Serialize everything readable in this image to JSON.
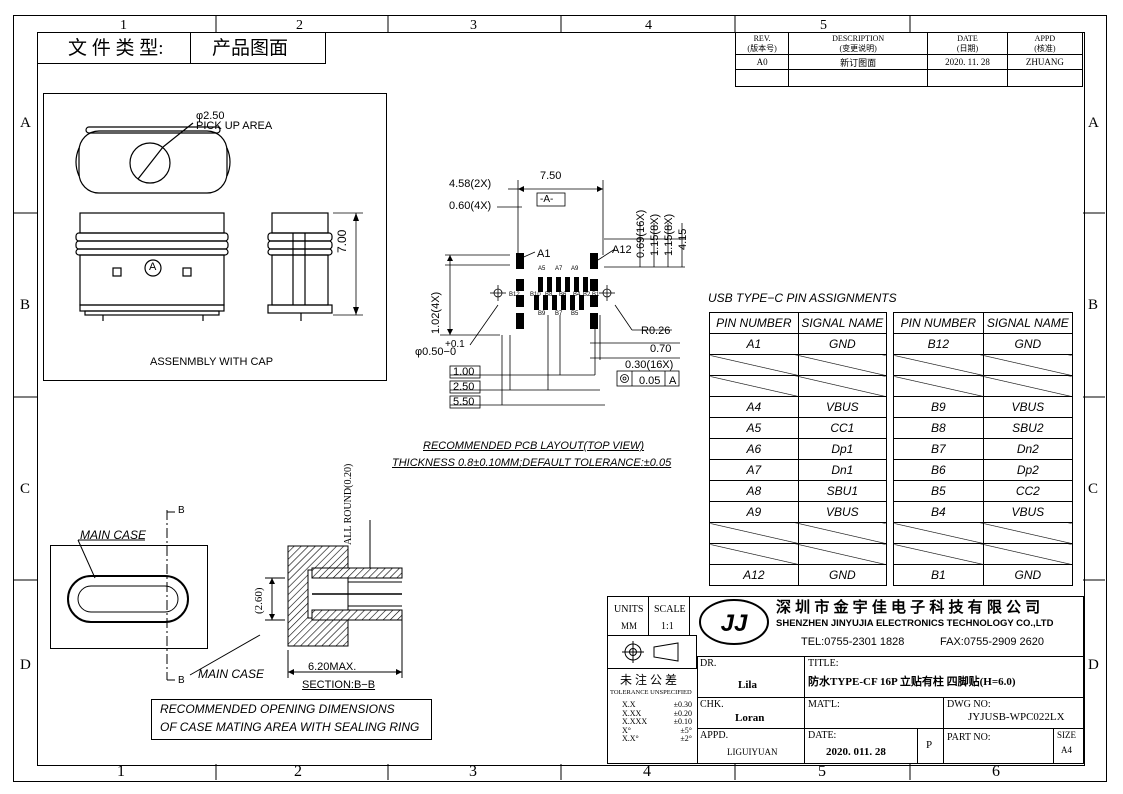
{
  "border": {
    "top_numbers": [
      "1",
      "2",
      "3",
      "4",
      "5"
    ],
    "bottom_numbers": [
      "1",
      "2",
      "3",
      "4",
      "5",
      "6"
    ],
    "side_letters": [
      "A",
      "B",
      "C",
      "D"
    ]
  },
  "file_type": {
    "label": "文 件 类 型:",
    "value": "产品图面"
  },
  "revision": {
    "headers": {
      "rev": "REV.",
      "rev_cn": "(版本号)",
      "desc": "DESCRIPTION",
      "desc_cn": "(变更说明)",
      "date": "DATE",
      "date_cn": "(日期)",
      "appd": "APPD",
      "appd_cn": "(核准)"
    },
    "row": {
      "rev": "A0",
      "desc": "新订图面",
      "date": "2020. 11. 28",
      "appd": "ZHUANG"
    }
  },
  "assembly": {
    "dim_pickup": "φ2.50",
    "pickup_label": "PICK UP AREA",
    "dim_height": "7.00",
    "marker": "A",
    "caption": "ASSENMBLY WITH CAP"
  },
  "pcb": {
    "dims": {
      "d458": "4.58(2X)",
      "d750": "7.50",
      "d060": "0.60(4X)",
      "datum_a": "-A-",
      "d069": "0.69(16X)",
      "d115a": "1.15(8X)",
      "d115b": "1.15(8X)",
      "d415": "4.15",
      "a1": "A1",
      "a12": "A12",
      "d102": "1.02(4X)",
      "plus01": "+0.1",
      "hole": "φ0.50−0",
      "r026": "R0.26",
      "d070": "0.70",
      "d030": "0.30(16X)",
      "tol_val": "0.05",
      "tol_ref": "A",
      "b100": "1.00",
      "b250": "2.50",
      "b550": "5.50"
    },
    "pins_top": [
      "A5",
      "A7",
      "A9"
    ],
    "pins_mid": [
      "B12",
      "B10",
      "B8",
      "B6",
      "B4",
      "B2",
      "B1"
    ],
    "pins_low": [
      "B9",
      "B7",
      "B5"
    ],
    "caption": "RECOMMENDED PCB LAYOUT(TOP VIEW)",
    "thickness": "THICKNESS 0.8±0.10MM;DEFAULT TOLERANCE:±0.05"
  },
  "pin_table": {
    "title": "USB TYPE−C PIN ASSIGNMENTS",
    "headers": [
      "PIN NUMBER",
      "SIGNAL NAME",
      "PIN NUMBER",
      "SIGNAL NAME"
    ],
    "rows": [
      [
        "A1",
        "GND",
        "B12",
        "GND"
      ],
      [
        "",
        "",
        "",
        ""
      ],
      [
        "",
        "",
        "",
        ""
      ],
      [
        "A4",
        "VBUS",
        "B9",
        "VBUS"
      ],
      [
        "A5",
        "CC1",
        "B8",
        "SBU2"
      ],
      [
        "A6",
        "Dp1",
        "B7",
        "Dn2"
      ],
      [
        "A7",
        "Dn1",
        "B6",
        "Dp2"
      ],
      [
        "A8",
        "SBU1",
        "B5",
        "CC2"
      ],
      [
        "A9",
        "VBUS",
        "B4",
        "VBUS"
      ],
      [
        "",
        "",
        "",
        ""
      ],
      [
        "",
        "",
        "",
        ""
      ],
      [
        "A12",
        "GND",
        "B1",
        "GND"
      ]
    ]
  },
  "section": {
    "main_case_1": "MAIN CASE",
    "main_case_2": "MAIN CASE",
    "b_top": "B",
    "b_bottom": "B",
    "all_round": "ALL ROUND(0.20)",
    "d260": "(2.60)",
    "d620": "6.20MAX.",
    "section_label": "SECTION:B−B",
    "note_line1": "RECOMMENDED OPENING DIMENSIONS",
    "note_line2": "OF CASE MATING AREA WITH SEALING RING"
  },
  "title_block": {
    "units_label": "UNITS",
    "units_value": "MM",
    "scale_label": "SCALE",
    "scale_value": "1:1",
    "company_cn": "深 圳 市 金 宇 佳 电 子 科 技 有 限 公 司",
    "company_en": "SHENZHEN JINYUJIA ELECTRONICS TECHNOLOGY CO.,LTD",
    "tel": "TEL:0755-2301 1828",
    "fax": "FAX:0755-2909 2620",
    "logo": "JJ",
    "tol_cn": "未 注 公 差",
    "tol_en": "TOLERANCE UNSPECIFIED",
    "tol_rows": [
      [
        "X.X",
        "±0.30"
      ],
      [
        "X.XX",
        "±0.20"
      ],
      [
        "X.XXX",
        "±0.10"
      ],
      [
        "X°",
        "±5°"
      ],
      [
        "X.X°",
        "±2°"
      ]
    ],
    "dr_label": "DR.",
    "dr_value": "Lila",
    "chk_label": "CHK.",
    "chk_value": "Loran",
    "appd_label": "APPD.",
    "appd_value": "LIGUIYUAN",
    "title_label": "TITLE:",
    "title_value": "防水TYPE-CF 16P 立贴有柱 四脚贴(H=6.0)",
    "matl_label": "MAT'L:",
    "dwg_label": "DWG NO:",
    "dwg_value": "JYJUSB-WPC022LX",
    "date_label": "DATE:",
    "date_value": "2020. 011. 28",
    "p_label": "P",
    "part_label": "PART NO:",
    "size_label": "SIZE",
    "size_value": "A4"
  }
}
